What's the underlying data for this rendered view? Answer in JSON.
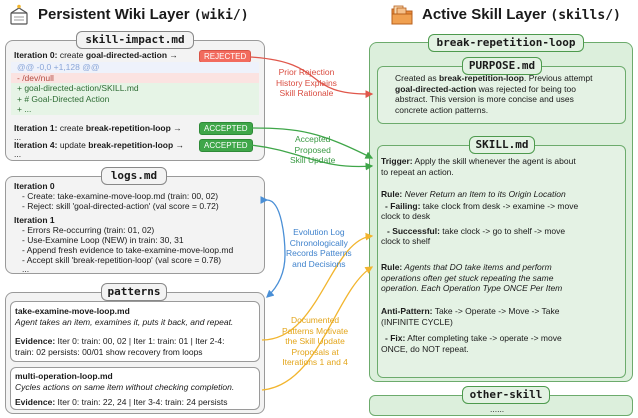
{
  "left_header": {
    "title": "Persistent Wiki Layer",
    "code": "(wiki/)"
  },
  "right_header": {
    "title": "Active Skill Layer",
    "code": "(skills/)"
  },
  "skill_impact": {
    "tag": "skill-impact.md",
    "iter0_prefix": "Iteration 0:",
    "iter0_text": " create ",
    "iter0_name": "goal-directed-action",
    "iter0_arrow": " →",
    "rejected": "REJECTED",
    "diff_lines": [
      "@@ -0,0 +1,128 @@",
      "- /dev/null",
      "+ goal-directed-action/SKILL.md",
      "+ # Goal-Directed Action",
      "+ ..."
    ],
    "iter1_prefix": "Iteration 1:",
    "iter1_text": " create ",
    "iter1_name": "break-repetition-loop",
    "iter1_arrow": " →",
    "accepted1": "ACCEPTED",
    "dots1": "...",
    "iter4_prefix": "Iteration 4:",
    "iter4_text": " update ",
    "iter4_name": "break-repetition-loop",
    "iter4_arrow": " →",
    "accepted2": "ACCEPTED",
    "dots2": "..."
  },
  "logs": {
    "tag": "logs.md",
    "iter0_title": "Iteration 0",
    "iter0_lines": [
      "- Create: take-examine-move-loop.md (train: 00, 02)",
      "- Reject: skill 'goal-directed-action' (val score = 0.72)"
    ],
    "iter1_title": "Iteration 1",
    "iter1_lines": [
      "- Errors Re-occurring (train: 01, 02)",
      "- Use-Examine Loop (NEW) in train: 30, 31",
      "- Append fresh evidence to take-examine-move-loop.md",
      "- Accept skill 'break-repetition-loop' (val score = 0.78)",
      "..."
    ]
  },
  "patterns": {
    "tag": "patterns",
    "card1_title": "take-examine-move-loop.md",
    "card1_desc": "Agent takes an item, examines it, puts it back, and repeat.",
    "card1_ev_label": "Evidence:",
    "card1_ev1": " Iter 0: train: 00, 02 | Iter 1: train: 01 | Iter 2-4:",
    "card1_ev2": "train: 02 persists: 00/01 show recovery from loops",
    "card2_title": "multi-operation-loop.md",
    "card2_desc": "Cycles actions on same item without checking completion.",
    "card2_ev_label": "Evidence:",
    "card2_ev": " Iter 0: train: 22, 24 | Iter 3-4: train: 24 persists"
  },
  "notes": {
    "prior_rejection": [
      "Prior Rejection",
      "History Explains",
      "Skill Rationale"
    ],
    "accepted_proposed": [
      "Accepted",
      "Proposed",
      "Skill Update"
    ],
    "evolution_log": [
      "Evolution Log",
      "Chronologically",
      "Records Patterns",
      "and Decisions"
    ],
    "documented": [
      "Documented",
      "Patterns Motivate",
      "the Skill Update",
      "Proposals at",
      "Iterations 1 and 4"
    ]
  },
  "break_loop": {
    "tag": "break-repetition-loop",
    "purpose_tag": "PURPOSE.md",
    "purpose_lines": [
      [
        {
          "t": "Created as "
        },
        {
          "t": "break-repetition-loop",
          "b": true
        },
        {
          "t": ". Previous attempt"
        }
      ],
      [
        {
          "t": "goal-directed-action",
          "b": true
        },
        {
          "t": " was rejected for being too"
        }
      ],
      [
        {
          "t": "abstract. This version is more concise and uses"
        }
      ],
      [
        {
          "t": "concrete action patterns."
        }
      ]
    ],
    "skill_tag": "SKILL.md",
    "trigger_label": "Trigger:",
    "trigger_lines": [
      " Apply the skill whenever the agent is about",
      "to repeat an action."
    ],
    "rule1_label": "Rule:",
    "rule1_text": " Never Return an Item to its Origin Location",
    "failing_label": "- Failing:",
    "failing_lines": [
      " take clock from desk -> examine -> move",
      "clock to desk"
    ],
    "successful_label": "- Successful:",
    "successful_lines": [
      " take clock -> go to shelf -> move",
      "clock to shelf"
    ],
    "rule2_label": "Rule:",
    "rule2_lines": [
      " Agents that DO take items and perform",
      "operations often get stuck repeating the same",
      "operation. Each Operation Type ONCE Per Item"
    ],
    "anti_label": "Anti-Pattern:",
    "anti_lines": [
      " Take -> Operate -> Move -> Take",
      "(INFINITE CYCLE)"
    ],
    "fix_label": "- Fix:",
    "fix_lines": [
      " After completing take -> operate -> move",
      "ONCE, do NOT repeat."
    ]
  },
  "other_skill": {
    "tag": "other-skill",
    "dots": "......"
  },
  "colors": {
    "rejected": "#f26b5e",
    "accepted": "#3fa649",
    "green_panel": "#dcefdc",
    "blue_arrow": "#4a8fd6",
    "yellow_arrow": "#f2b52e"
  }
}
